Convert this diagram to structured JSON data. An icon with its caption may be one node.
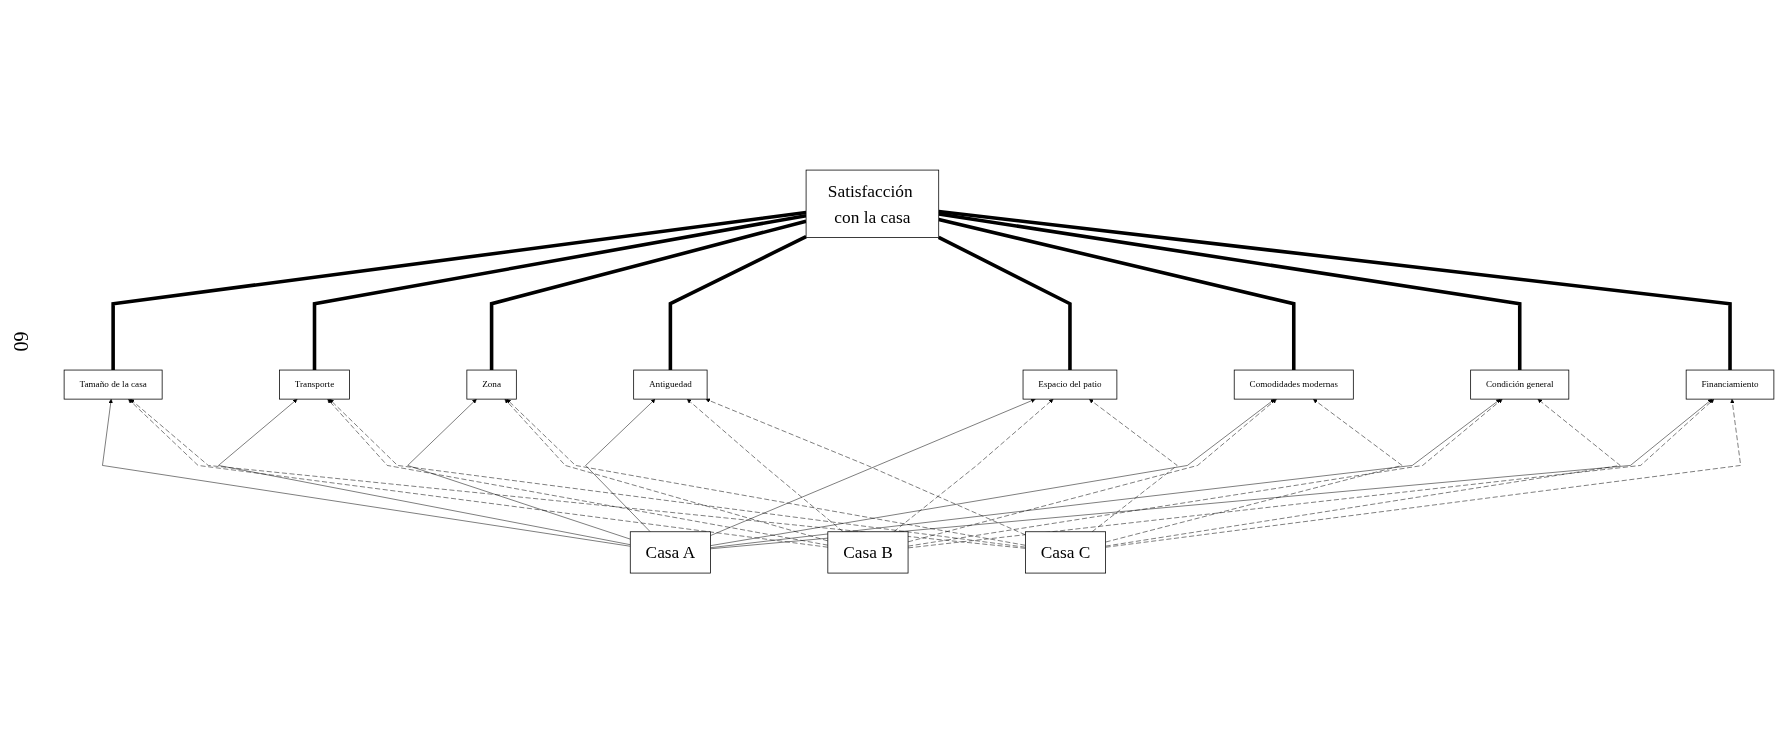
{
  "diagram": {
    "nodes": [
      {
        "text": [
          "Satisfacción con la casa"
        ]
      },
      {
        "text": [
          "Tamaño de la casa"
        ]
      },
      {
        "text": [
          "Transporte"
        ]
      },
      {
        "text": [
          "Zona"
        ]
      },
      {
        "text": [
          "Antiguedad"
        ]
      },
      {
        "text": [
          "Espacio del patio"
        ]
      },
      {
        "text": [
          "Comodidades modernas"
        ]
      },
      {
        "text": [
          "Condición general"
        ]
      },
      {
        "text": [
          "Financiamiento"
        ]
      },
      {
        "text": [
          "Casa A"
        ]
      },
      {
        "text": [
          "Casa B"
        ]
      },
      {
        "text": [
          "Casa C"
        ]
      }
    ],
    "edges": [
      {
        "from": 0,
        "to": 1,
        "arrow": "none",
        "style": "thick"
      },
      {
        "from": 0,
        "to": 2,
        "arrow": "none",
        "style": "thick"
      },
      {
        "from": 0,
        "to": 3,
        "arrow": "none",
        "style": "thick"
      },
      {
        "from": 0,
        "to": 4,
        "arrow": "none",
        "style": "thick"
      },
      {
        "from": 0,
        "to": 5,
        "arrow": "none",
        "style": "thick"
      },
      {
        "from": 0,
        "to": 6,
        "arrow": "none",
        "style": "thick"
      },
      {
        "from": 0,
        "to": 7,
        "arrow": "none",
        "style": "thick"
      },
      {
        "from": 0,
        "to": 8,
        "arrow": "none",
        "style": "thick"
      },
      {
        "from": 9,
        "to": 1,
        "arrow": "to"
      },
      {
        "from": 9,
        "to": 2,
        "arrow": "to"
      },
      {
        "from": 9,
        "to": 3,
        "arrow": "to"
      },
      {
        "from": 9,
        "to": 4,
        "arrow": "to"
      },
      {
        "from": 9,
        "to": 5,
        "arrow": "to"
      },
      {
        "from": 9,
        "to": 6,
        "arrow": "to"
      },
      {
        "from": 9,
        "to": 7,
        "arrow": "to"
      },
      {
        "from": 9,
        "to": 8,
        "arrow": "to"
      },
      {
        "from": 10,
        "to": 1,
        "arrow": "to",
        "style": "dashed"
      },
      {
        "from": 10,
        "to": 2,
        "arrow": "to",
        "style": "dashed"
      },
      {
        "from": 10,
        "to": 3,
        "arrow": "to",
        "style": "dashed"
      },
      {
        "from": 10,
        "to": 4,
        "arrow": "to",
        "style": "dashed"
      },
      {
        "from": 10,
        "to": 5,
        "arrow": "to",
        "style": "dashed"
      },
      {
        "from": 10,
        "to": 6,
        "arrow": "to",
        "style": "dashed"
      },
      {
        "from": 10,
        "to": 7,
        "arrow": "to",
        "style": "dashed"
      },
      {
        "from": 10,
        "to": 8,
        "arrow": "to",
        "style": "dashed"
      },
      {
        "from": 11,
        "to": 1,
        "arrow": "to",
        "style": "dashed"
      },
      {
        "from": 11,
        "to": 2,
        "arrow": "to",
        "style": "dashed"
      },
      {
        "from": 11,
        "to": 3,
        "arrow": "to",
        "style": "dashed"
      },
      {
        "from": 11,
        "to": 4,
        "arrow": "to",
        "style": "dashed"
      },
      {
        "from": 11,
        "to": 5,
        "arrow": "to",
        "style": "dashed"
      },
      {
        "from": 11,
        "to": 6,
        "arrow": "to",
        "style": "dashed"
      },
      {
        "from": 11,
        "to": 7,
        "arrow": "to",
        "style": "dashed"
      },
      {
        "from": 11,
        "to": 8,
        "arrow": "to",
        "style": "dashed"
      }
    ],
    "labels": [
      "60"
    ]
  }
}
